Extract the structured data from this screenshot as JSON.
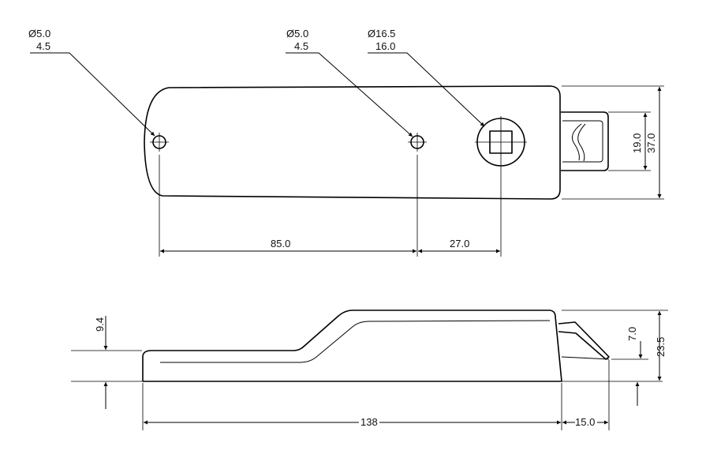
{
  "top_view": {
    "hole_left": {
      "diameter": "Ø5.0",
      "depth": "4.5"
    },
    "hole_mid": {
      "diameter": "Ø5.0",
      "depth": "4.5"
    },
    "hole_right": {
      "diameter": "Ø16.5",
      "depth": "16.0"
    },
    "dim_hole_spacing": "85.0",
    "dim_hole_to_center": "27.0",
    "dim_tab_width": "19.0",
    "dim_total_width": "37.0"
  },
  "side_view": {
    "dim_step_height": "9.4",
    "dim_tab_height": "7.0",
    "dim_total_height": "23.5",
    "dim_body_length": "138",
    "dim_tab_length": "15.0"
  }
}
